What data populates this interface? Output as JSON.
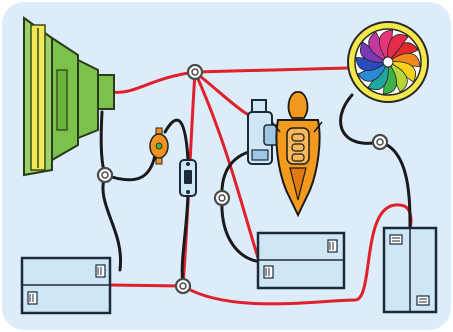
{
  "colors": {
    "background": "#dcecfa",
    "wire_red": "#e0202a",
    "wire_black": "#1a1a1a",
    "battery_fill": "#cfe6f6",
    "battery_stroke": "#1b2a38",
    "solar_green": "#7cc24a",
    "solar_yellow": "#f2e65a",
    "fan_ring": "#f4e84a",
    "motor_blue": "#cfe6f6",
    "propeller_orange": "#f39a1e",
    "led_orange": "#f3921f"
  },
  "components": [
    {
      "name": "solar-panel",
      "kind": "solar panel"
    },
    {
      "name": "spiral-fan",
      "kind": "color wheel fan"
    },
    {
      "name": "led",
      "kind": "light bulb"
    },
    {
      "name": "switch",
      "kind": "slide switch"
    },
    {
      "name": "motor",
      "kind": "electric motor"
    },
    {
      "name": "propeller",
      "kind": "propeller"
    },
    {
      "name": "battery-left",
      "kind": "battery pack"
    },
    {
      "name": "battery-middle",
      "kind": "battery pack"
    },
    {
      "name": "battery-right",
      "kind": "battery pack"
    }
  ]
}
